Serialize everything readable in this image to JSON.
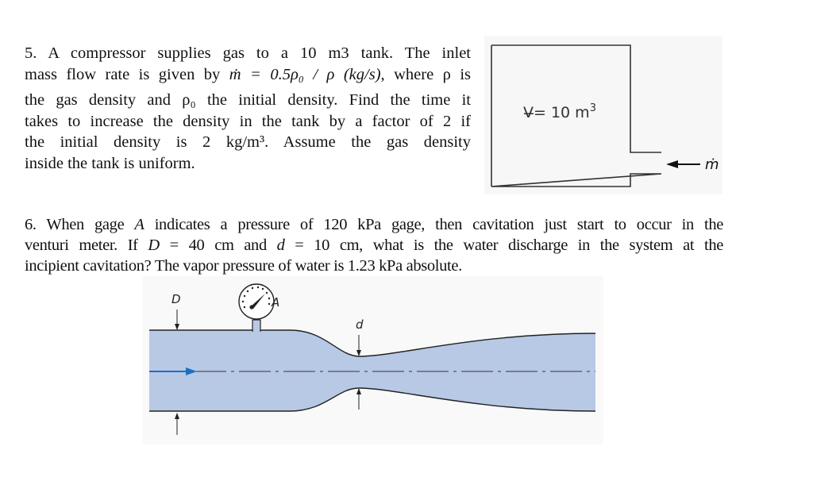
{
  "problem5": {
    "lines": [
      "5. A compressor supplies gas to a 10 m3 tank. The inlet",
      "mass flow rate is given by",
      "the gas density and ρ₀ the initial density. Find the time it",
      "takes to increase the density in the tank by a factor of 2 if",
      "the initial density is 2 kg/m³.  Assume  the  gas  density",
      "inside the tank is uniform."
    ],
    "equation": "ṁ = 0.5ρ₀ / ρ (kg/s)",
    "equation_suffix": ", where ρ is",
    "figure": {
      "volume_label": "V = 10 m³",
      "volume_symbol": "V̶",
      "volume_text": "= 10 m",
      "volume_exp": "3",
      "inlet_label": "ṁ",
      "inlet_arrow": "arrow-left-icon"
    }
  },
  "problem6": {
    "lines": [
      "6. When gage A indicates a pressure of 120 kPa gage, then cavitation just start to occur in the",
      "venturi meter. If D = 40 cm and d = 10 cm, what is the water discharge in the system at the",
      "incipient cavitation? The vapor pressure of water is 1.23 kPa absolute."
    ],
    "line1_parts": [
      "6. When gage ",
      "A",
      " indicates a pressure of 120 kPa gage, then cavitation just start to occur in the"
    ],
    "line2_parts": [
      "venturi meter. If ",
      "D",
      " = 40 cm and ",
      "d",
      " = 10 cm, what is the water discharge in the system at the"
    ],
    "figure": {
      "label_D": "D",
      "label_A": "A",
      "label_d": "d",
      "fluid_color": "#b8c9e6",
      "flow_arrow_color": "#1f6fc0"
    }
  }
}
